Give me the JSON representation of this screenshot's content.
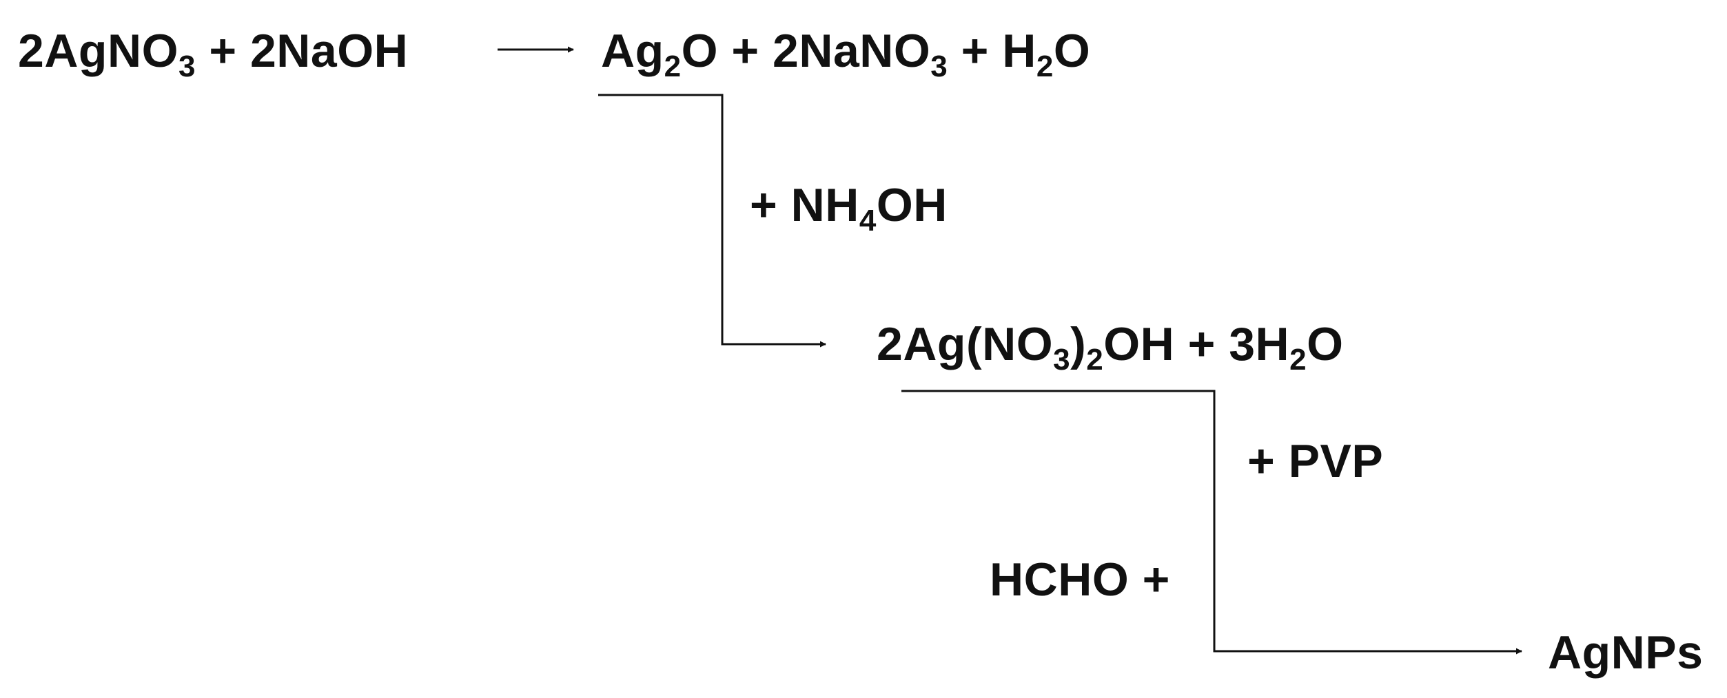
{
  "reactants": {
    "a": "2AgNO",
    "a_sub": "3",
    "b": " + 2NaOH"
  },
  "step1_products": {
    "p1": "Ag",
    "p1_sub": "2",
    "p2": "O + 2NaNO",
    "p2_sub": "3",
    "p3": " + H",
    "p3_sub": "2",
    "p4": "O"
  },
  "reagent1": {
    "a": "+ NH",
    "a_sub": "4",
    "b": "OH"
  },
  "step2_products": {
    "p1": "2Ag(NO",
    "p1_sub": "3",
    "p2": ")",
    "p2_sub": "2",
    "p3": "OH + 3H",
    "p3_sub": "2",
    "p4": "O"
  },
  "reagent2": "+ PVP",
  "reagent3": "HCHO +",
  "final_product": "AgNPs",
  "colors": {
    "ink": "#111111",
    "background": "#ffffff"
  }
}
